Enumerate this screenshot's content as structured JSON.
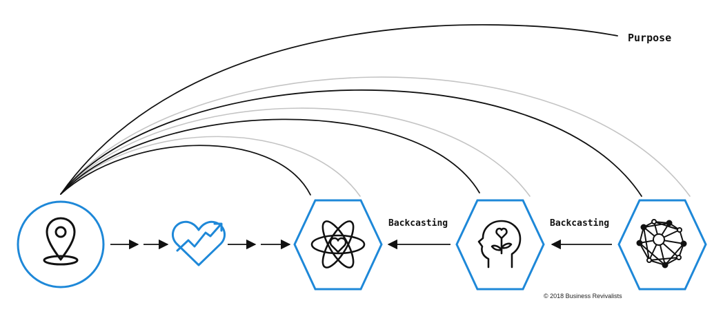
{
  "labels": {
    "purpose": "Purpose",
    "backcasting_1": "Backcasting",
    "backcasting_2": "Backcasting",
    "copyright": "© 2018 Business Revivalists"
  },
  "nodes": [
    {
      "id": "start",
      "shape": "circle",
      "icon": "map-pin-icon"
    },
    {
      "id": "health",
      "shape": "none",
      "icon": "heart-growth-icon"
    },
    {
      "id": "atom",
      "shape": "hexagon",
      "icon": "atom-heart-icon"
    },
    {
      "id": "mind",
      "shape": "hexagon",
      "icon": "mind-heart-plant-icon"
    },
    {
      "id": "network",
      "shape": "hexagon",
      "icon": "network-icon"
    }
  ],
  "colors": {
    "accent": "#1e88d8",
    "line_dark": "#111111",
    "line_light": "#c4c4c4",
    "text": "#111111"
  }
}
